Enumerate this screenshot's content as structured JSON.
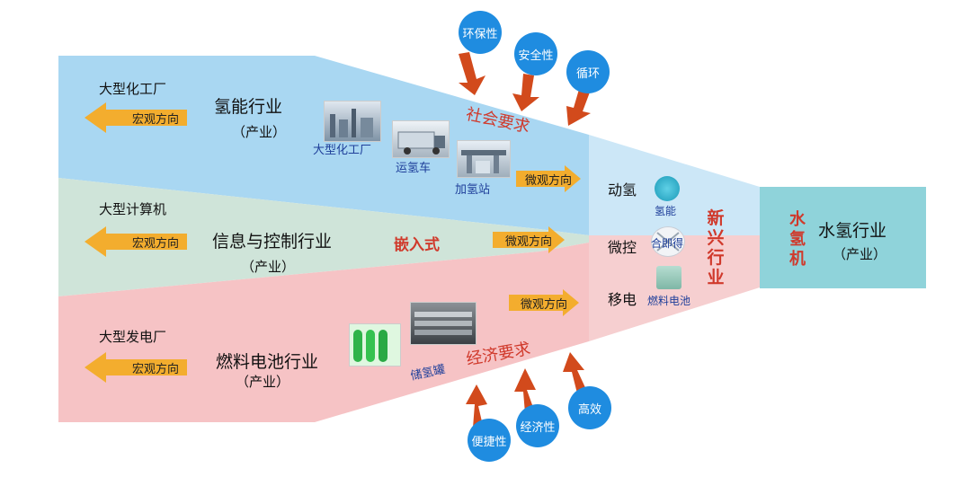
{
  "left": {
    "rows": [
      {
        "plant": "大型化工厂",
        "macro": "宏观方向",
        "industry": "氢能行业",
        "sub": "（产业）"
      },
      {
        "plant": "大型计算机",
        "macro": "宏观方向",
        "industry": "信息与控制行业",
        "sub": "（产业）"
      },
      {
        "plant": "大型发电厂",
        "macro": "宏观方向",
        "industry": "燃料电池行业",
        "sub": "（产业）"
      }
    ]
  },
  "middle": {
    "photos_top": [
      "大型化工厂",
      "运氢车",
      "加氢站"
    ],
    "photo_bottom": "储氢罐",
    "embedded": "嵌入式",
    "micro": [
      "微观方向",
      "微观方向",
      "微观方向"
    ],
    "social": "社会要求",
    "economic": "经济要求"
  },
  "circles_top": [
    "环保性",
    "安全性",
    "循环"
  ],
  "circles_bottom": [
    "便捷性",
    "经济性",
    "高效"
  ],
  "emerging": {
    "items": [
      "动氢",
      "微控",
      "移电"
    ],
    "icons": [
      "氢能",
      "合即得",
      "燃料电池"
    ],
    "label": "新兴行业"
  },
  "right": {
    "vertical": "水氢机",
    "title": "水氢行业",
    "sub": "（产业）"
  },
  "colors": {
    "blue_band": "#a9d7f2",
    "green_band": "#cfe4d9",
    "pink_band": "#f6c3c5",
    "right_box": "#8fd3da",
    "arrow": "#f3ad2e",
    "circle": "#1f8ce0",
    "red_arrow": "#d24a1c",
    "red_text": "#d0392b"
  }
}
